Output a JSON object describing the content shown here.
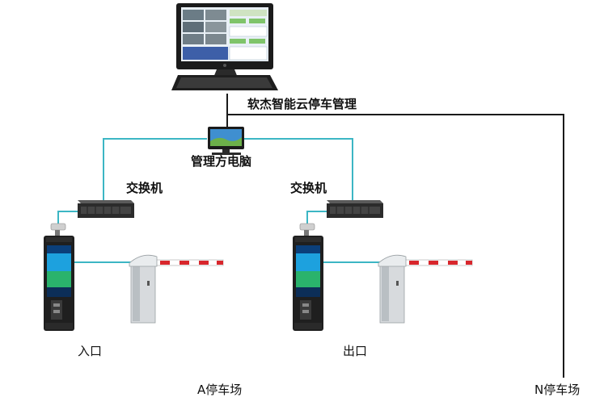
{
  "labels": {
    "cloud_system": "软杰智能云停车管理",
    "management_pc": "管理方电脑",
    "switch_left": "交换机",
    "switch_right": "交换机",
    "entrance": "入口",
    "exit": "出口",
    "parking_a": "A停车场",
    "parking_n": "N停车场"
  },
  "colors": {
    "link_cyan": "#3cb6c4",
    "link_black": "#1a1a1a",
    "barrier_arm_red": "#d8262c"
  }
}
